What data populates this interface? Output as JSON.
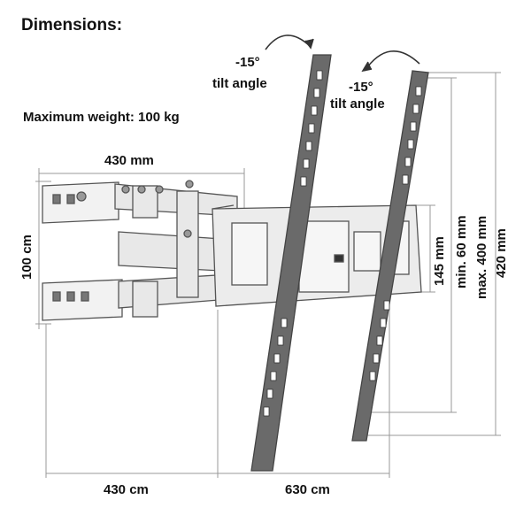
{
  "title": "Dimensions:",
  "max_weight": "Maximum weight: 100 kg",
  "tilt": {
    "left_value": "-15°",
    "left_label": "tilt angle",
    "right_value": "-15°",
    "right_label": "tilt angle"
  },
  "dimensions": {
    "top_width": "430 mm",
    "left_height": "100 cm",
    "bottom_left": "430 cm",
    "bottom_right": "630 cm",
    "plate_height": "145 mm",
    "min_vesa": "min. 60 mm",
    "max_vesa": "max. 400 mm",
    "total_height": "420 mm"
  }
}
